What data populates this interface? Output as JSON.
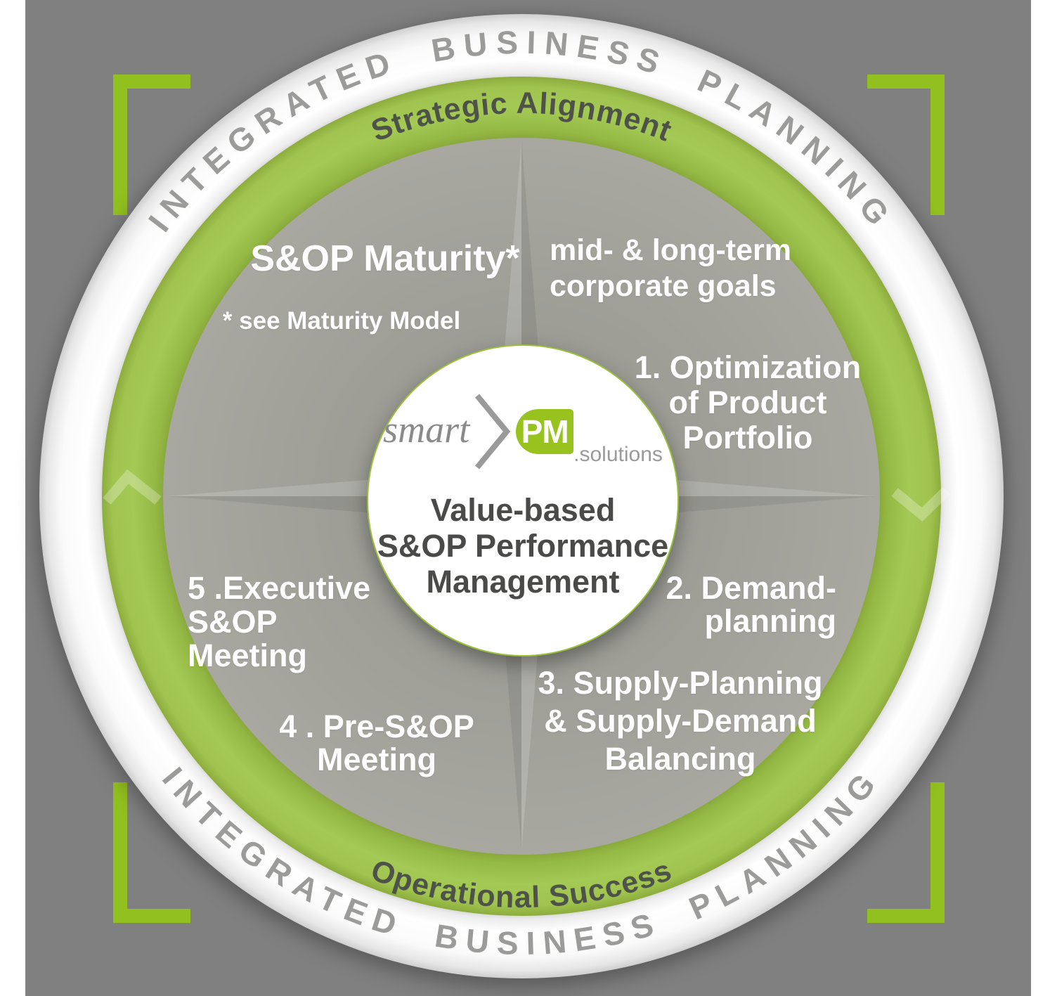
{
  "colors": {
    "page_background": "#ffffff",
    "gray_background": "#808080",
    "inner_circle_gray": "#a1a19a",
    "ring_green": "#9ec64d",
    "bracket_green": "#92c01f",
    "logo_green": "#98c21e",
    "white_ring_text": "#9b9b9a",
    "green_ring_text": "#4e5349",
    "center_text": "#4a4a49",
    "quadrant_text": "#ffffff"
  },
  "outer_ring": {
    "label_top": "INTEGRATED BUSINESS PLANNING",
    "label_bottom": "INTEGRATED BUSINESS PLANNING"
  },
  "green_ring": {
    "top_label": "Strategic Alignment",
    "bottom_label": "Operational Success"
  },
  "quadrants": {
    "top_left": {
      "title": "S&OP Maturity*",
      "note": "* see Maturity Model"
    },
    "top_right": {
      "goals": [
        "mid- & long-term",
        "corporate goals"
      ],
      "item1": [
        "1. Optimization",
        "of Product",
        "Portfolio"
      ]
    },
    "bottom_right": {
      "item2": [
        "2. Demand-",
        "planning"
      ],
      "item3": [
        "3. Supply-Planning",
        "& Supply-Demand",
        "Balancing"
      ]
    },
    "bottom_left": {
      "item5": [
        "5 .Executive",
        "S&OP",
        "Meeting"
      ],
      "item4": [
        "4 . Pre-S&OP",
        "Meeting"
      ]
    }
  },
  "center": {
    "logo": {
      "smart": "smart",
      "pm": "PM",
      "solutions": ".solutions"
    },
    "title": [
      "Value-based",
      "S&OP Performance",
      "Management"
    ]
  }
}
